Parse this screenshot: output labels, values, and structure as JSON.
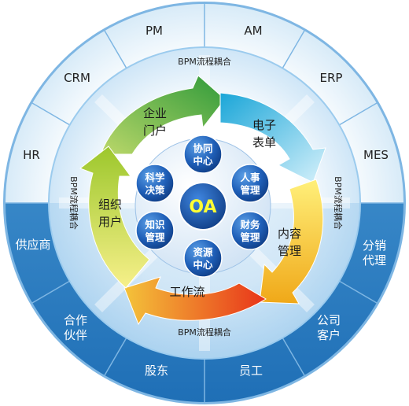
{
  "outer_ring": {
    "pm": "PM",
    "am": "AM",
    "crm": "CRM",
    "erp": "ERP",
    "hr": "HR",
    "mes": "MES",
    "supplier": "供应商",
    "partner": [
      "合作",
      "伙伴"
    ],
    "shareholder": "股东",
    "employee": "员工",
    "customer": [
      "公司",
      "客户"
    ],
    "distributor": [
      "分销",
      "代理"
    ]
  },
  "bpm_coupling": {
    "top": "BPM流程耦合",
    "bottom": "BPM流程耦合",
    "left": "BPM流程耦合",
    "right": "BPM流程耦合"
  },
  "cycle_arrows": {
    "portal": [
      "企业",
      "门户"
    ],
    "eforms": [
      "电子",
      "表单"
    ],
    "content": [
      "内容",
      "管理"
    ],
    "workflow": "工作流",
    "organization": [
      "组织",
      "用户"
    ]
  },
  "hub": {
    "center": "OA",
    "collaboration": [
      "协同",
      "中心"
    ],
    "hr_mgmt": [
      "人事",
      "管理"
    ],
    "finance": [
      "财务",
      "管理"
    ],
    "resources": [
      "资源",
      "中心"
    ],
    "knowledge": [
      "知识",
      "管理"
    ],
    "decision": [
      "科学",
      "决策"
    ]
  },
  "colors": {
    "outer_top": "#eef6fc",
    "outer_bottom": "#2f86c8",
    "node_blue": "#1f5fb8",
    "center_blue": "#1d5ab0",
    "center_text": "#ffff33",
    "arrow_green": "#4aa83a",
    "arrow_cyan": "#2fb0d8",
    "arrow_yellow": "#e9c21a",
    "arrow_orange": "#e9541a",
    "arrow_lime": "#a8c82a"
  }
}
